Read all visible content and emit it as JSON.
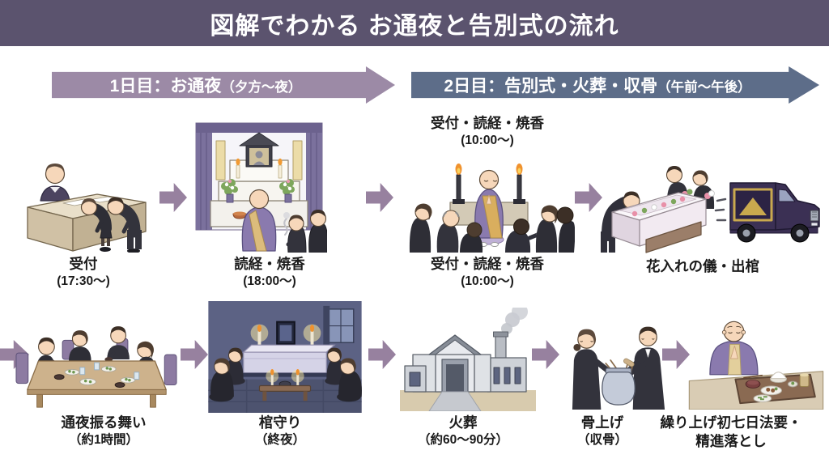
{
  "title": "図解でわかる お通夜と告別式の流れ",
  "banners": {
    "day1": {
      "main": "1日目：お通夜",
      "sub": "（夕方～夜）"
    },
    "day2": {
      "main": "2日目：告別式・火葬・収骨",
      "sub": "（午前～午後）"
    }
  },
  "steps": {
    "reception": {
      "label": "受付",
      "time": "(17:30～)"
    },
    "sutra": {
      "label": "読経・焼香",
      "time": "(18:00～)"
    },
    "day2_service": {
      "label": "受付・読経・焼香",
      "time": "(10:00～)"
    },
    "flowers": {
      "label": "花入れの儀・出棺"
    },
    "meal": {
      "label": "通夜振る舞い",
      "time": "（約1時間）"
    },
    "vigil": {
      "label": "棺守り",
      "time": "（終夜）"
    },
    "cremation": {
      "label": "火葬",
      "time": "（約60～90分）"
    },
    "bones": {
      "label": "骨上げ",
      "time": "（収骨）"
    },
    "memorial": {
      "label1": "繰り上げ初七日法要・",
      "label2": "精進落とし"
    }
  },
  "colors": {
    "header_bg": "#5b536e",
    "day1_banner_bg": "#9c8aa6",
    "day2_banner_bg": "#5d6d89",
    "flow_arrow": "#97819f",
    "text": "#1b1b1b"
  }
}
